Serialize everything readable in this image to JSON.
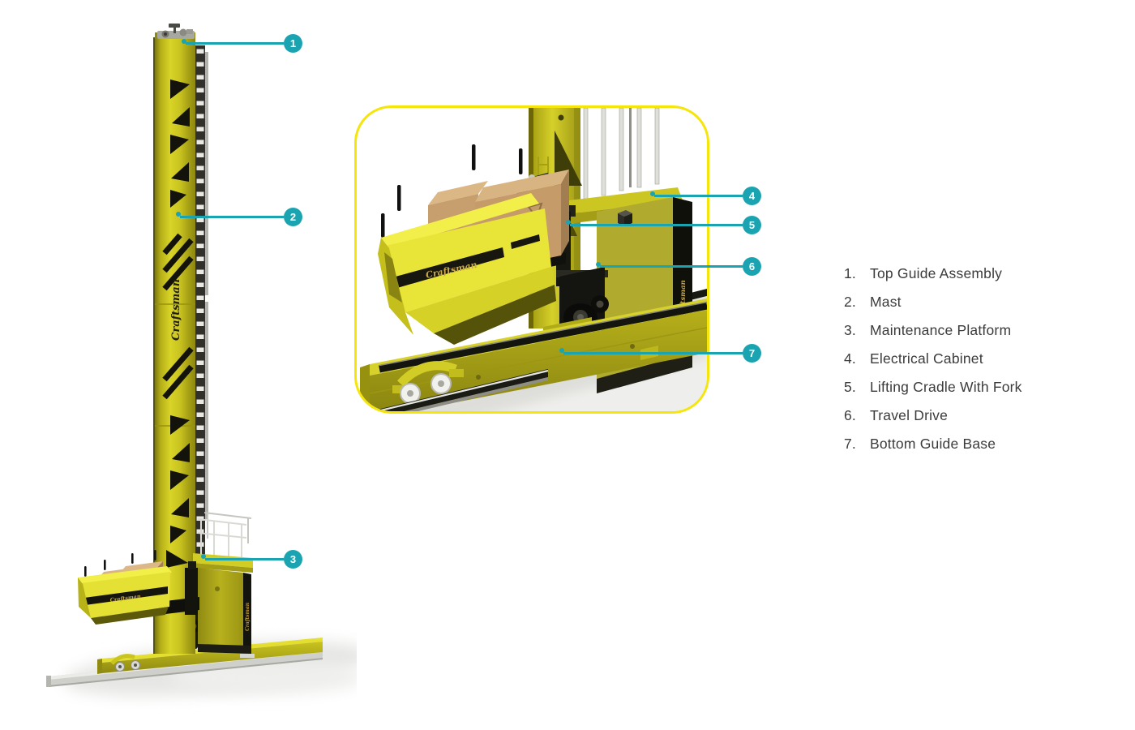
{
  "brand": {
    "name": "Craftsman"
  },
  "colors": {
    "accent_teal": "#1aa4b2",
    "detail_border_yellow": "#f5e50a",
    "machine_yellow_bright": "#e8e432",
    "machine_yellow_mid": "#cfc922",
    "machine_olive_dark": "#6f6a0d",
    "decal_black": "#15150e",
    "box_cardboard": "#c89f6e",
    "legend_text": "#3b3b3b"
  },
  "legend": {
    "items": [
      {
        "num": "1.",
        "label": "Top Guide Assembly"
      },
      {
        "num": "2.",
        "label": "Mast"
      },
      {
        "num": "3.",
        "label": "Maintenance Platform"
      },
      {
        "num": "4.",
        "label": "Electrical Cabinet"
      },
      {
        "num": "5.",
        "label": "Lifting Cradle With Fork"
      },
      {
        "num": "6.",
        "label": "Travel Drive"
      },
      {
        "num": "7.",
        "label": "Bottom Guide Base"
      }
    ]
  },
  "callouts": [
    {
      "n": "1"
    },
    {
      "n": "2"
    },
    {
      "n": "3"
    },
    {
      "n": "4"
    },
    {
      "n": "5"
    },
    {
      "n": "6"
    },
    {
      "n": "7"
    }
  ]
}
